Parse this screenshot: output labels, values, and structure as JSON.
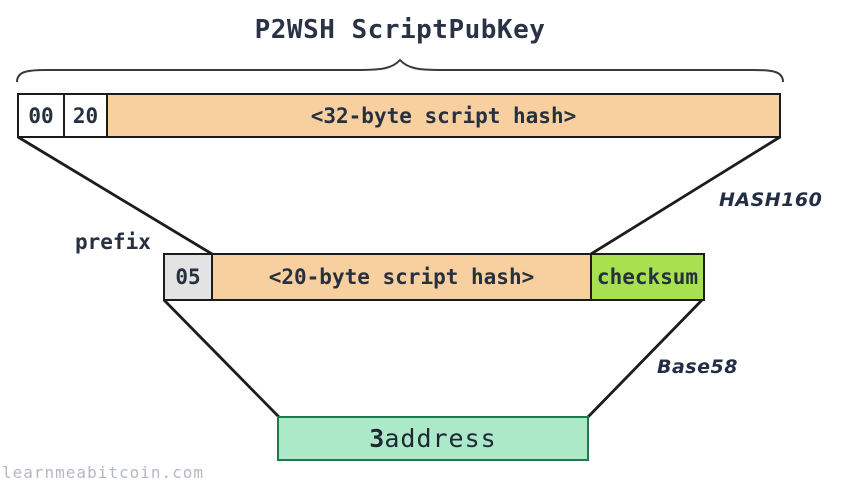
{
  "title": "P2WSH ScriptPubKey",
  "watermark": "learnmeabitcoin.com",
  "annotations": {
    "prefix": "prefix",
    "hash160": "HASH160",
    "base58": "Base58"
  },
  "scriptpubkey_bar": {
    "cells": [
      {
        "name": "op0-byte",
        "text": "00",
        "bg": "#ffffff"
      },
      {
        "name": "length-byte",
        "text": "20",
        "bg": "#ffffff"
      },
      {
        "name": "script-hash-32",
        "text": "<32-byte script hash>",
        "bg": "#f8cf9f"
      }
    ]
  },
  "hash_bar": {
    "cells": [
      {
        "name": "prefix-byte",
        "text": "05",
        "bg": "#e3e3e3"
      },
      {
        "name": "script-hash-20",
        "text": "<20-byte script hash>",
        "bg": "#f8cf9f"
      },
      {
        "name": "checksum",
        "text": "checksum",
        "bg": "#a8e14f"
      }
    ]
  },
  "address_box": {
    "prefix_char": "3",
    "rest": "address",
    "bg": "#abe9c9",
    "border": "#1d7a4d"
  },
  "colors": {
    "orange": "#f8cf9f",
    "gray": "#e3e3e3",
    "lime": "#a8e14f",
    "mint": "#abe9c9",
    "mint_border": "#1d7a4d",
    "line": "#1c1c1c",
    "ink": "#26303f",
    "title_ink": "#2a3346",
    "watermark": "#b4b8c3"
  }
}
